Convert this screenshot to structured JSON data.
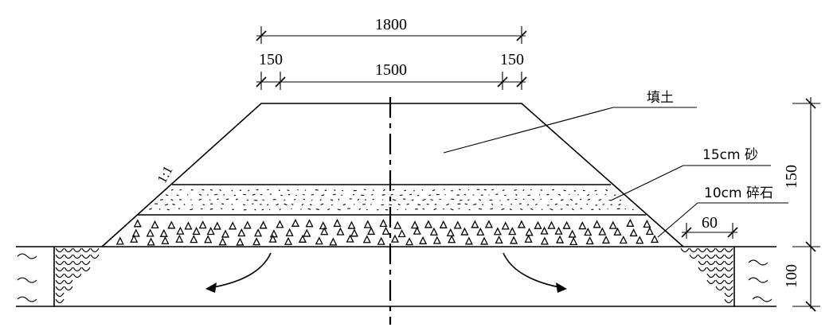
{
  "dimensions": {
    "total_width": "1800",
    "top_width": "1500",
    "left_shoulder": "150",
    "right_shoulder": "150",
    "height_fill": "150",
    "height_base": "100",
    "toe_width": "60",
    "slope": "1:1"
  },
  "labels": {
    "fill": "填土",
    "sand": "15cm 砂",
    "gravel": "10cm 碎石"
  },
  "colors": {
    "line": "#000000",
    "background": "#ffffff"
  }
}
